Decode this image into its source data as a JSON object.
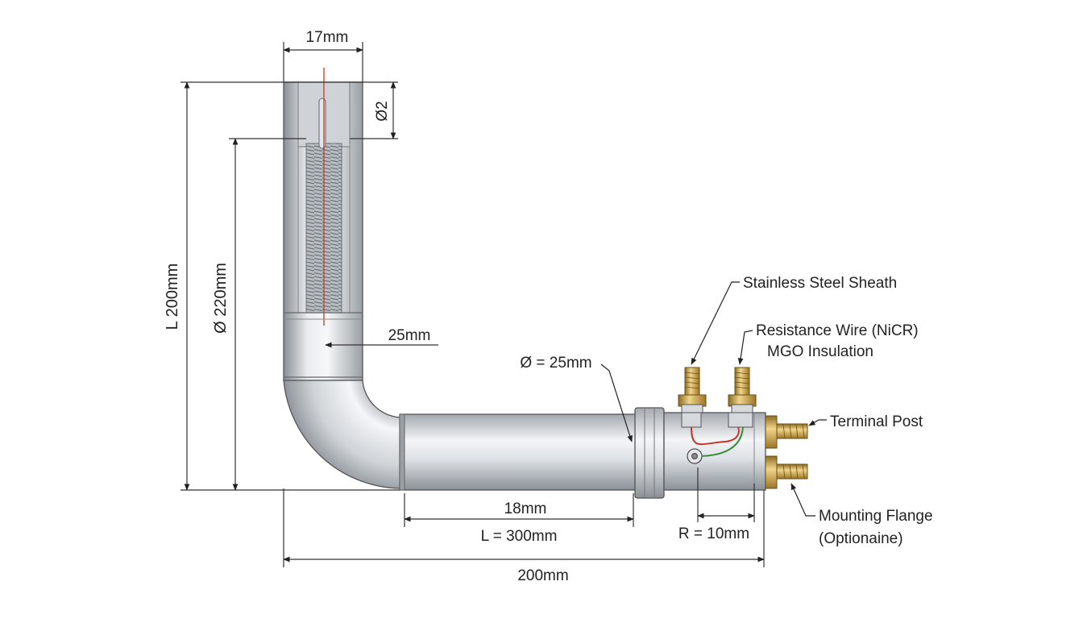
{
  "dimensions": {
    "top_width": "17mm",
    "tip_diameter": "Ø2",
    "overall_height": "L 200mm",
    "inner_length": "Ø 220mm",
    "bend_offset": "25mm",
    "pipe_diameter": "Ø = 25mm",
    "horizontal_inner": "18mm",
    "horizontal_length": "L = 300mm",
    "bend_radius": "R = 10mm",
    "overall_width": "200mm"
  },
  "callouts": {
    "sheath": "Stainless Steel Sheath",
    "wire": "Resistance Wire (NiCR)",
    "insulation": "MGO Insulation",
    "terminal": "Terminal Post",
    "flange_line1": "Mounting Flange",
    "flange_line2": "(Optionaine)"
  },
  "colors": {
    "steel_light": "#f2f4f6",
    "steel_mid": "#c3c8cd",
    "steel_dark": "#8a9096",
    "brass": "#c9a24a",
    "wire_red": "#c8342c",
    "wire_green": "#3a8a3a",
    "element_red": "#c0392b"
  }
}
